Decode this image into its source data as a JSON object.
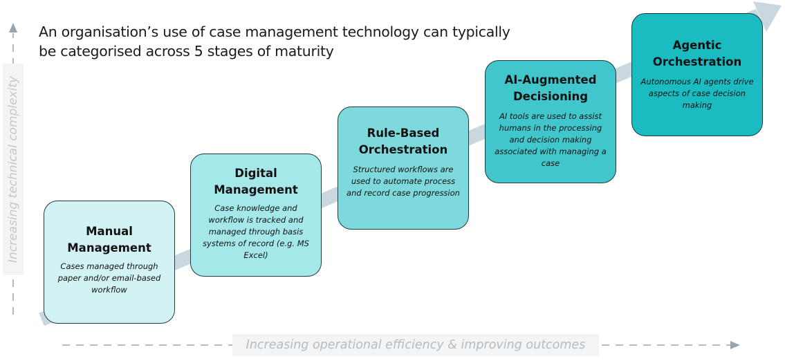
{
  "heading": {
    "line1": "An organisation’s use of case management technology can typically",
    "line2": "be categorised across 5 stages of maturity"
  },
  "axes": {
    "y_label": "Increasing technical complexity",
    "x_label": "Increasing operational efficiency & improving outcomes"
  },
  "stages": [
    {
      "title_line1": "Manual",
      "title_line2": "Management",
      "description": "Cases managed through paper and/or email-based workflow",
      "color": "#d2f2f3"
    },
    {
      "title_line1": "Digital",
      "title_line2": "Management",
      "description": "Case knowledge and workflow is tracked  and managed through basis systems of record (e.g. MS Excel)",
      "color": "#a5e8ea"
    },
    {
      "title_line1": "Rule-Based",
      "title_line2": "Orchestration",
      "description": "Structured workflows are used to automate process and record case progression",
      "color": "#7dd9dc"
    },
    {
      "title_line1": "AI-Augmented",
      "title_line2": "Decisioning",
      "description": "AI tools are used to assist  humans in the processing and decision making associated with managing a case",
      "color": "#41c7cb"
    },
    {
      "title_line1": "Agentic",
      "title_line2": "Orchestration",
      "description": "Autonomous AI agents drive aspects of case decision making",
      "color": "#1bbcc1"
    }
  ],
  "colors": {
    "progress_arrow": "#c5d3dc",
    "dashed_axis": "#9aa4ab",
    "box_border": "#1d3a3c"
  }
}
